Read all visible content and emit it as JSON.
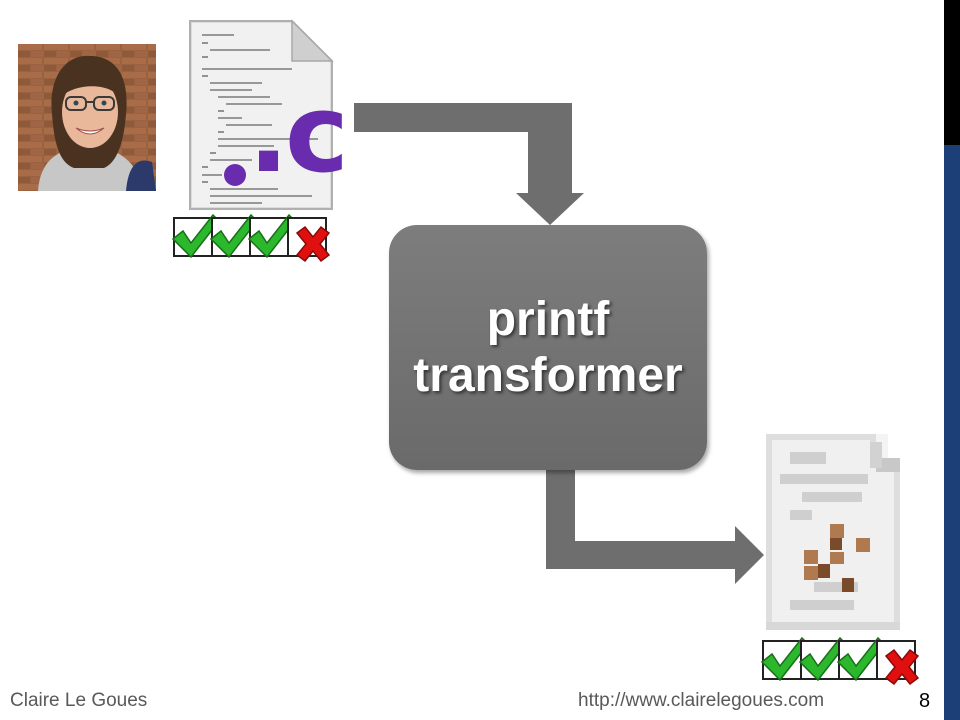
{
  "slide": {
    "footer_author": "Claire Le Goues",
    "footer_url": "http://www.clairelegoues.com",
    "page_number": "8",
    "transformer_line1": "printf",
    "transformer_line2": "transformer",
    "source_file_extension": ".c"
  },
  "colors": {
    "accent_black": "#000000",
    "accent_blue": "#1d3f78",
    "arrow_gray": "#6e6e6e",
    "box_gray": "#737373",
    "check_green": "#2cb82c",
    "cross_red": "#e01010",
    "c_letter_purple": "#6a2cae"
  },
  "icons": {
    "photo": "person-photo",
    "source_file": "c-source-file-icon",
    "output_file": "pixelated-file-icon",
    "pass": "check-icon",
    "fail": "cross-icon"
  },
  "tests": {
    "input": [
      "pass",
      "pass",
      "pass",
      "fail"
    ],
    "output": [
      "pass",
      "pass",
      "pass",
      "fail"
    ]
  }
}
